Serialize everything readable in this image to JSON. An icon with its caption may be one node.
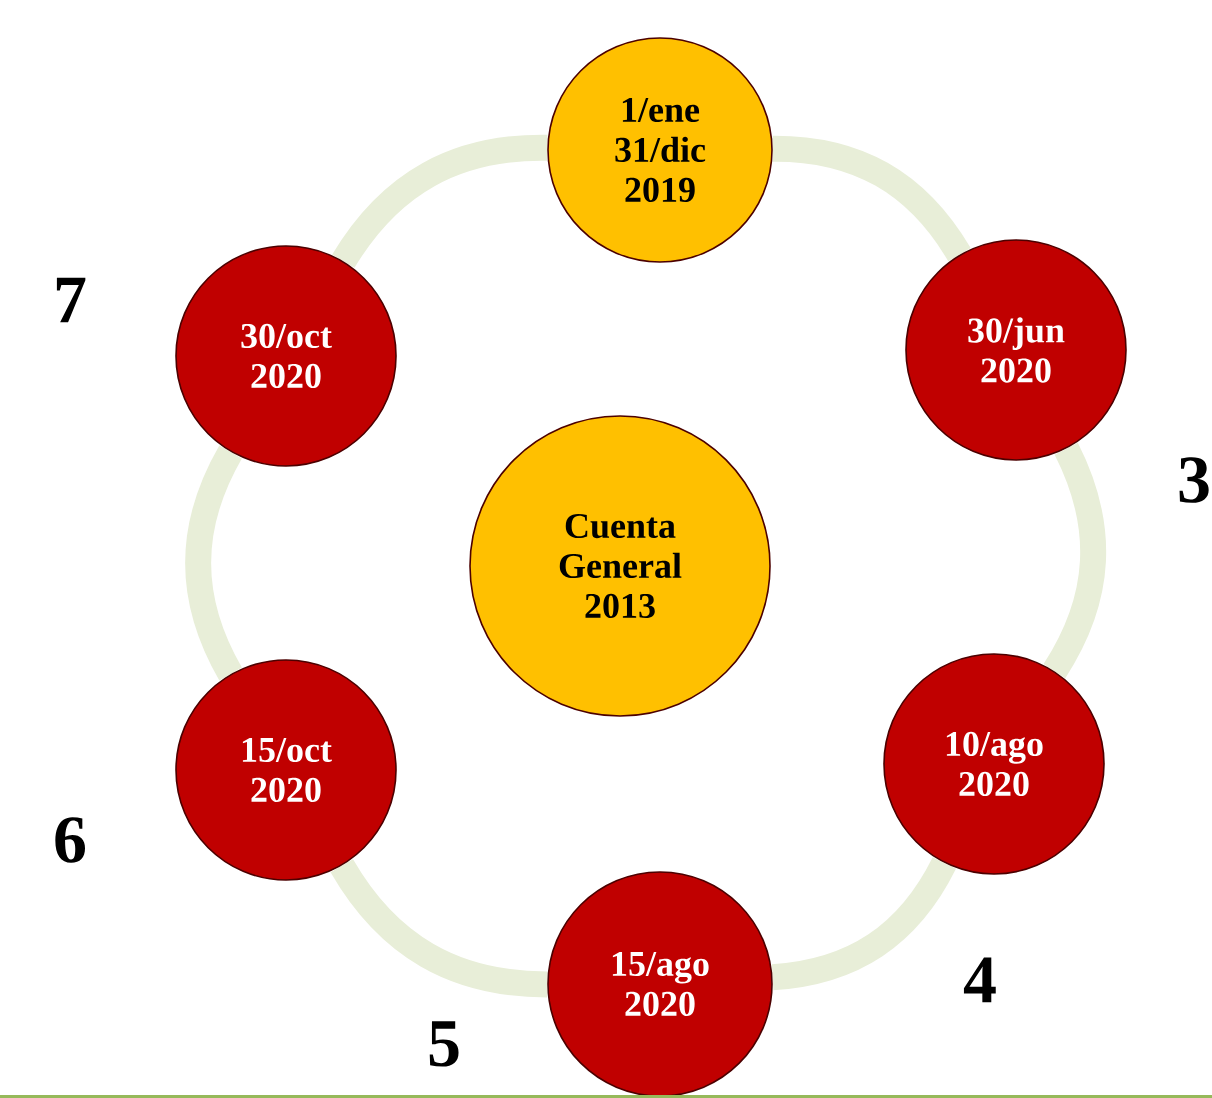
{
  "diagram": {
    "nodes": [
      {
        "text": [
          "1/ene 31/dic 2019"
        ]
      },
      {
        "text": [
          "30/jun 2020"
        ]
      },
      {
        "text": [
          "10/ago 2020"
        ]
      },
      {
        "text": [
          "15/ago 2020"
        ]
      },
      {
        "text": [
          "15/oct 2020"
        ]
      },
      {
        "text": [
          "30/oct 2020"
        ]
      },
      {
        "text": [
          "Cuenta General 2013"
        ]
      }
    ],
    "edges": [
      {
        "from": 0,
        "to": 1,
        "arrow": "none",
        "color": "#e8eed8"
      },
      {
        "from": 1,
        "to": 2,
        "arrow": "none",
        "color": "#e8eed8"
      },
      {
        "from": 2,
        "to": 3,
        "arrow": "none",
        "color": "#e8eed8"
      },
      {
        "from": 3,
        "to": 4,
        "arrow": "none",
        "color": "#e8eed8"
      },
      {
        "from": 4,
        "to": 5,
        "arrow": "none",
        "color": "#e8eed8"
      },
      {
        "from": 5,
        "to": 0,
        "arrow": "none",
        "color": "#e8eed8"
      }
    ],
    "labels": [
      "7",
      "3",
      "6",
      "4",
      "5"
    ]
  }
}
